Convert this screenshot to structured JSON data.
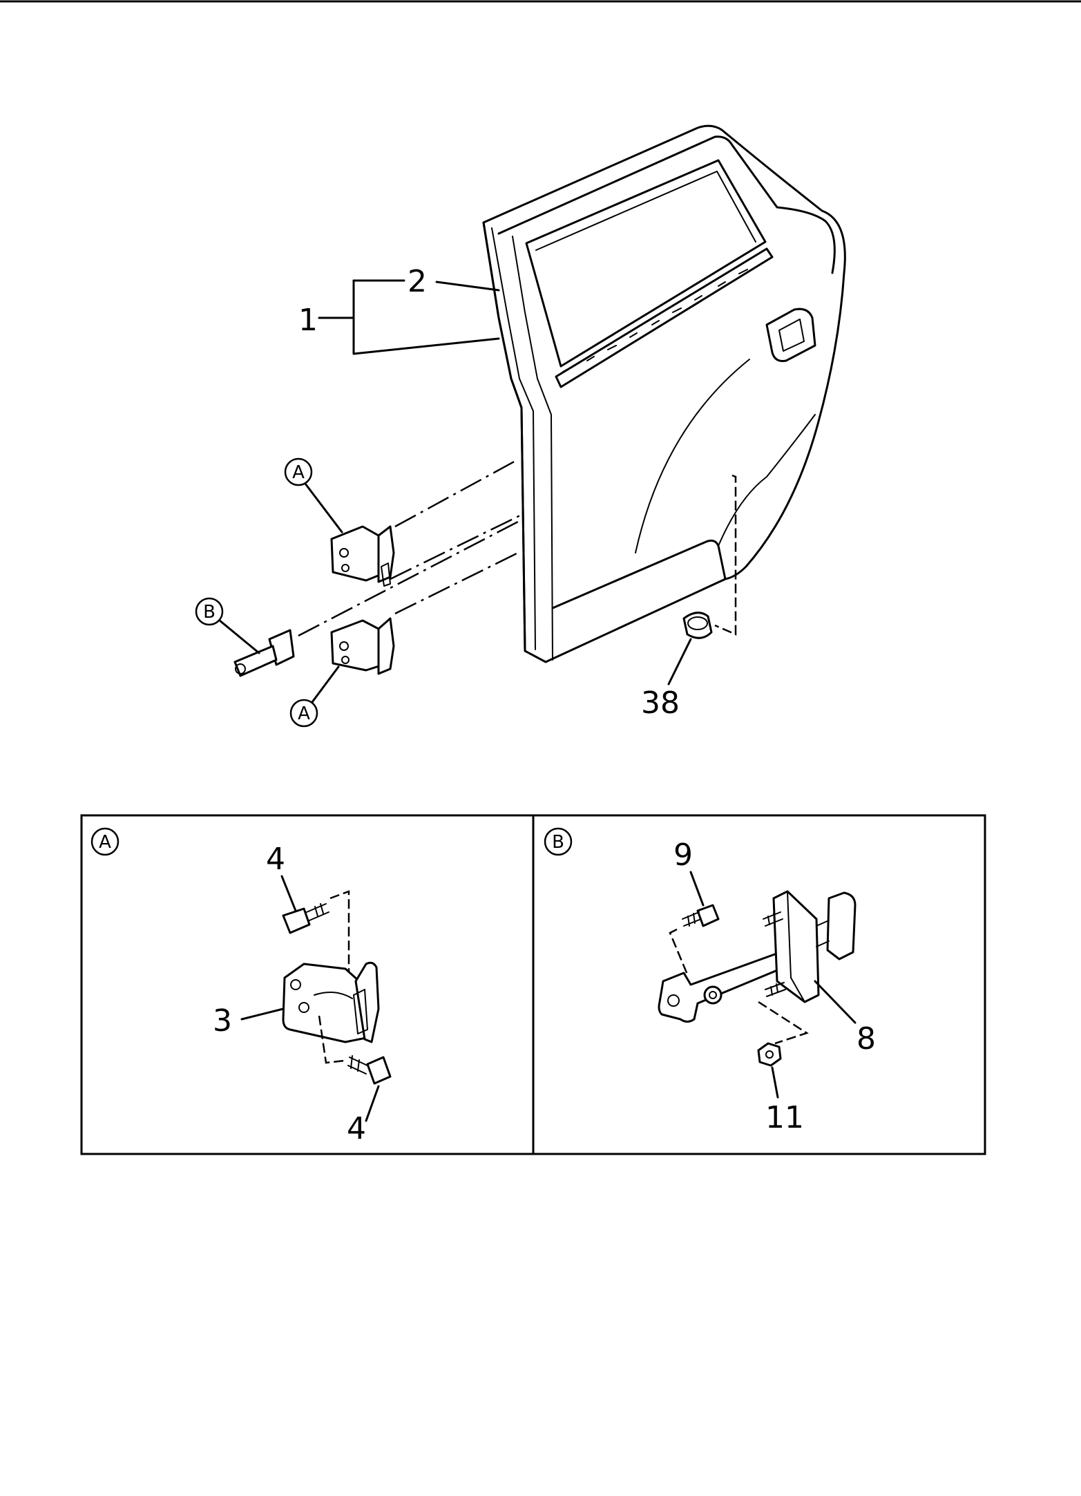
{
  "main_view": {
    "callouts": {
      "c1": "1",
      "c2": "2",
      "c38": "38"
    },
    "circle_labels": {
      "a_upper": "A",
      "b_left": "B",
      "a_lower": "A"
    }
  },
  "detail_a": {
    "panel_letter": "A",
    "callouts": {
      "bolt_top": "4",
      "hinge": "3",
      "bolt_bottom": "4"
    }
  },
  "detail_b": {
    "panel_letter": "B",
    "callouts": {
      "bolt": "9",
      "checker": "8",
      "nut": "11"
    }
  }
}
